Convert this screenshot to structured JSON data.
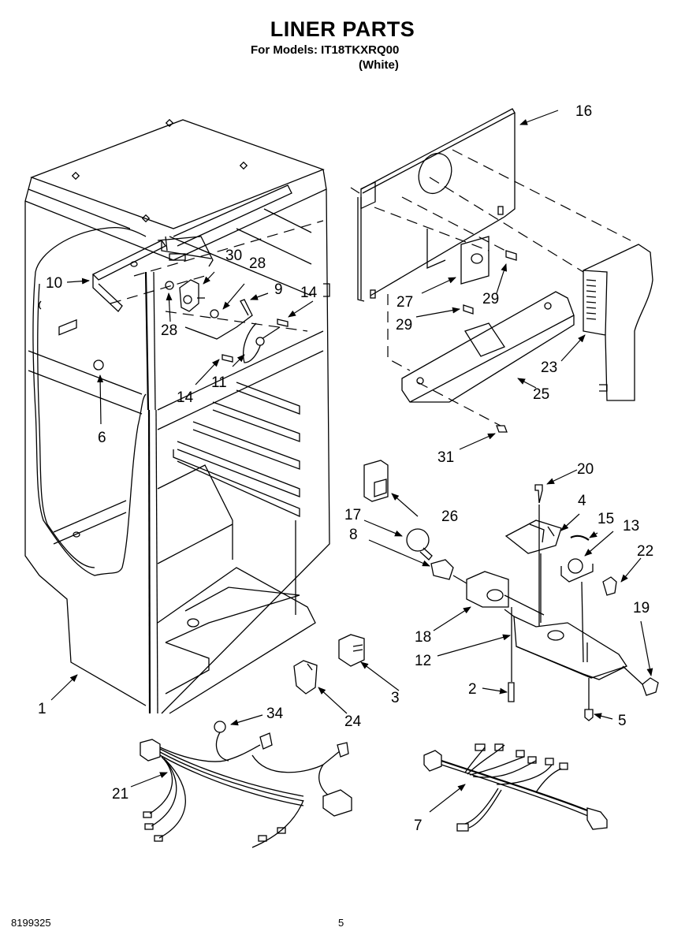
{
  "header": {
    "title": "LINER PARTS",
    "models_line": "For Models: IT18TKXRQ00",
    "color_line": "(White)"
  },
  "footer": {
    "document_number": "8199325",
    "page_number": "5"
  },
  "callouts": {
    "c1": "1",
    "c2": "2",
    "c3": "3",
    "c4": "4",
    "c5": "5",
    "c6": "6",
    "c7": "7",
    "c8": "8",
    "c9": "9",
    "c10": "10",
    "c11": "11",
    "c12": "12",
    "c13": "13",
    "c14a": "14",
    "c14b": "14",
    "c15": "15",
    "c16": "16",
    "c17": "17",
    "c18": "18",
    "c19": "19",
    "c20": "20",
    "c21": "21",
    "c22": "22",
    "c23": "23",
    "c24": "24",
    "c25": "25",
    "c26": "26",
    "c27": "27",
    "c28a": "28",
    "c28b": "28",
    "c29a": "29",
    "c29b": "29",
    "c30": "30",
    "c31": "31",
    "c34": "34"
  }
}
